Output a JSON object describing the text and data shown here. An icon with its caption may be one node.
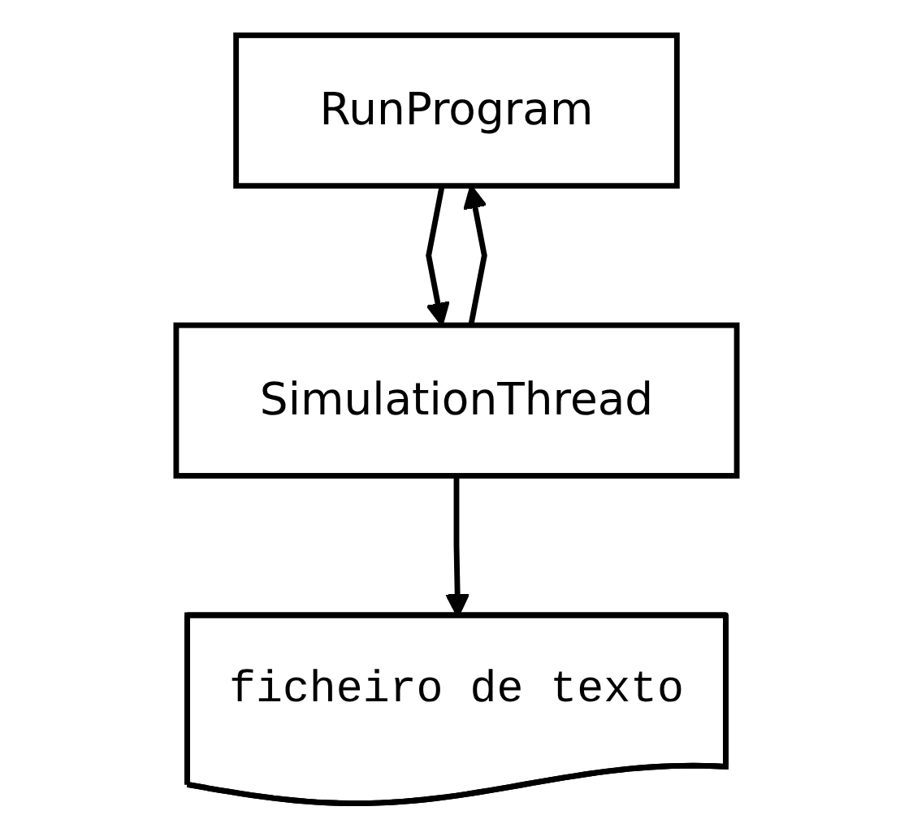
{
  "diagram": {
    "nodes": [
      {
        "text": [
          "RunProgram"
        ]
      },
      {
        "text": [
          "SimulationThread"
        ]
      },
      {
        "text": [
          "ficheiro de texto"
        ]
      }
    ],
    "edges": [
      {
        "from": 0,
        "to": 1,
        "arrow": "to"
      },
      {
        "from": 1,
        "to": 0,
        "arrow": "to"
      },
      {
        "from": 1,
        "to": 2,
        "arrow": "to"
      }
    ]
  }
}
